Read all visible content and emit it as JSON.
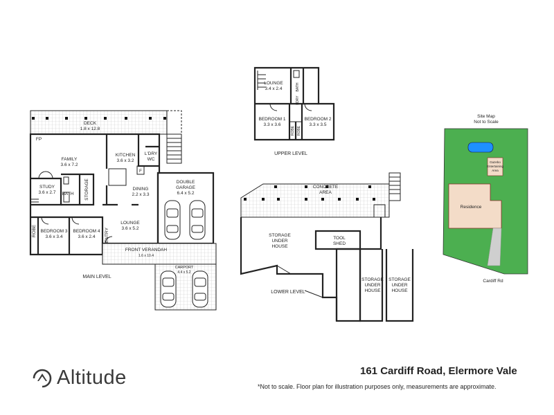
{
  "main_level": {
    "label": "MAIN LEVEL",
    "rooms": {
      "deck": {
        "name": "DECK",
        "size": "1.8 x 12.8"
      },
      "family": {
        "name": "FAMILY",
        "size": "3.6 x 7.2"
      },
      "kitchen": {
        "name": "KITCHEN",
        "size": "3.6 x 3.2"
      },
      "ldry": {
        "name": "L'DRY",
        "sub": "WC"
      },
      "fp": "FP",
      "fridge": "F",
      "study": {
        "name": "STUDY",
        "size": "3.6 x 2.7"
      },
      "bath": "BATH",
      "storage": "STORAGE",
      "dining": {
        "name": "DINING",
        "size": "2.2 x 3.3"
      },
      "garage": {
        "name": "DOUBLE",
        "sub": "GARAGE",
        "size": "6.4 x 5.2"
      },
      "lounge": {
        "name": "LOUNGE",
        "size": "3.6 x 5.2"
      },
      "bedroom3": {
        "name": "BEDROOM 3",
        "size": "3.6 x 3.4"
      },
      "bedroom4": {
        "name": "BEDROOM 4",
        "size": "3.6 x 2.4"
      },
      "robe": "ROBE",
      "entry": "ENTRY",
      "veranda": {
        "name": "FRONT VERANDAH",
        "size": "1.6 x 10.4"
      },
      "carport": {
        "name": "CARPORT",
        "size": "4.4 x 5.2"
      }
    }
  },
  "upper_level": {
    "label": "UPPER LEVEL",
    "rooms": {
      "lounge": {
        "name": "LOUNGE",
        "size": "3.4 x 2.4"
      },
      "bath": "BATH",
      "ldry": "LDRY",
      "bedroom1": {
        "name": "BEDROOM 1",
        "size": "3.3 x 3.6"
      },
      "bedroom2": {
        "name": "BEDROOM 2",
        "size": "3.3 x 3.5"
      },
      "robe": "ROBE"
    }
  },
  "lower_level": {
    "label": "LOWER LEVEL",
    "rooms": {
      "concrete": {
        "name": "CONCRETE",
        "sub": "AREA"
      },
      "storage_main": [
        "STORAGE",
        "UNDER",
        "HOUSE"
      ],
      "tool_shed": [
        "TOOL",
        "SHED"
      ],
      "storage_a": [
        "STORAGE",
        "UNDER",
        "HOUSE"
      ],
      "storage_b": [
        "STORAGE",
        "UNDER",
        "HOUSE"
      ]
    }
  },
  "site_map": {
    "title": "Site Map",
    "subtitle": "Not to Scale",
    "gazebo": [
      "Gazebo",
      "Entertaining",
      "Area"
    ],
    "residence": "Residence",
    "road": "Cardiff Rd"
  },
  "footer": {
    "address": "161 Cardiff Road, Elermore Vale",
    "note": "*Not to scale. Floor plan for illustration purposes only, measurements are approximate.",
    "brand": "Altitude"
  },
  "colors": {
    "wall": "#222222",
    "lawn": "#4caf50",
    "pool": "#1e90ff",
    "residence": "#f3dcc8"
  }
}
